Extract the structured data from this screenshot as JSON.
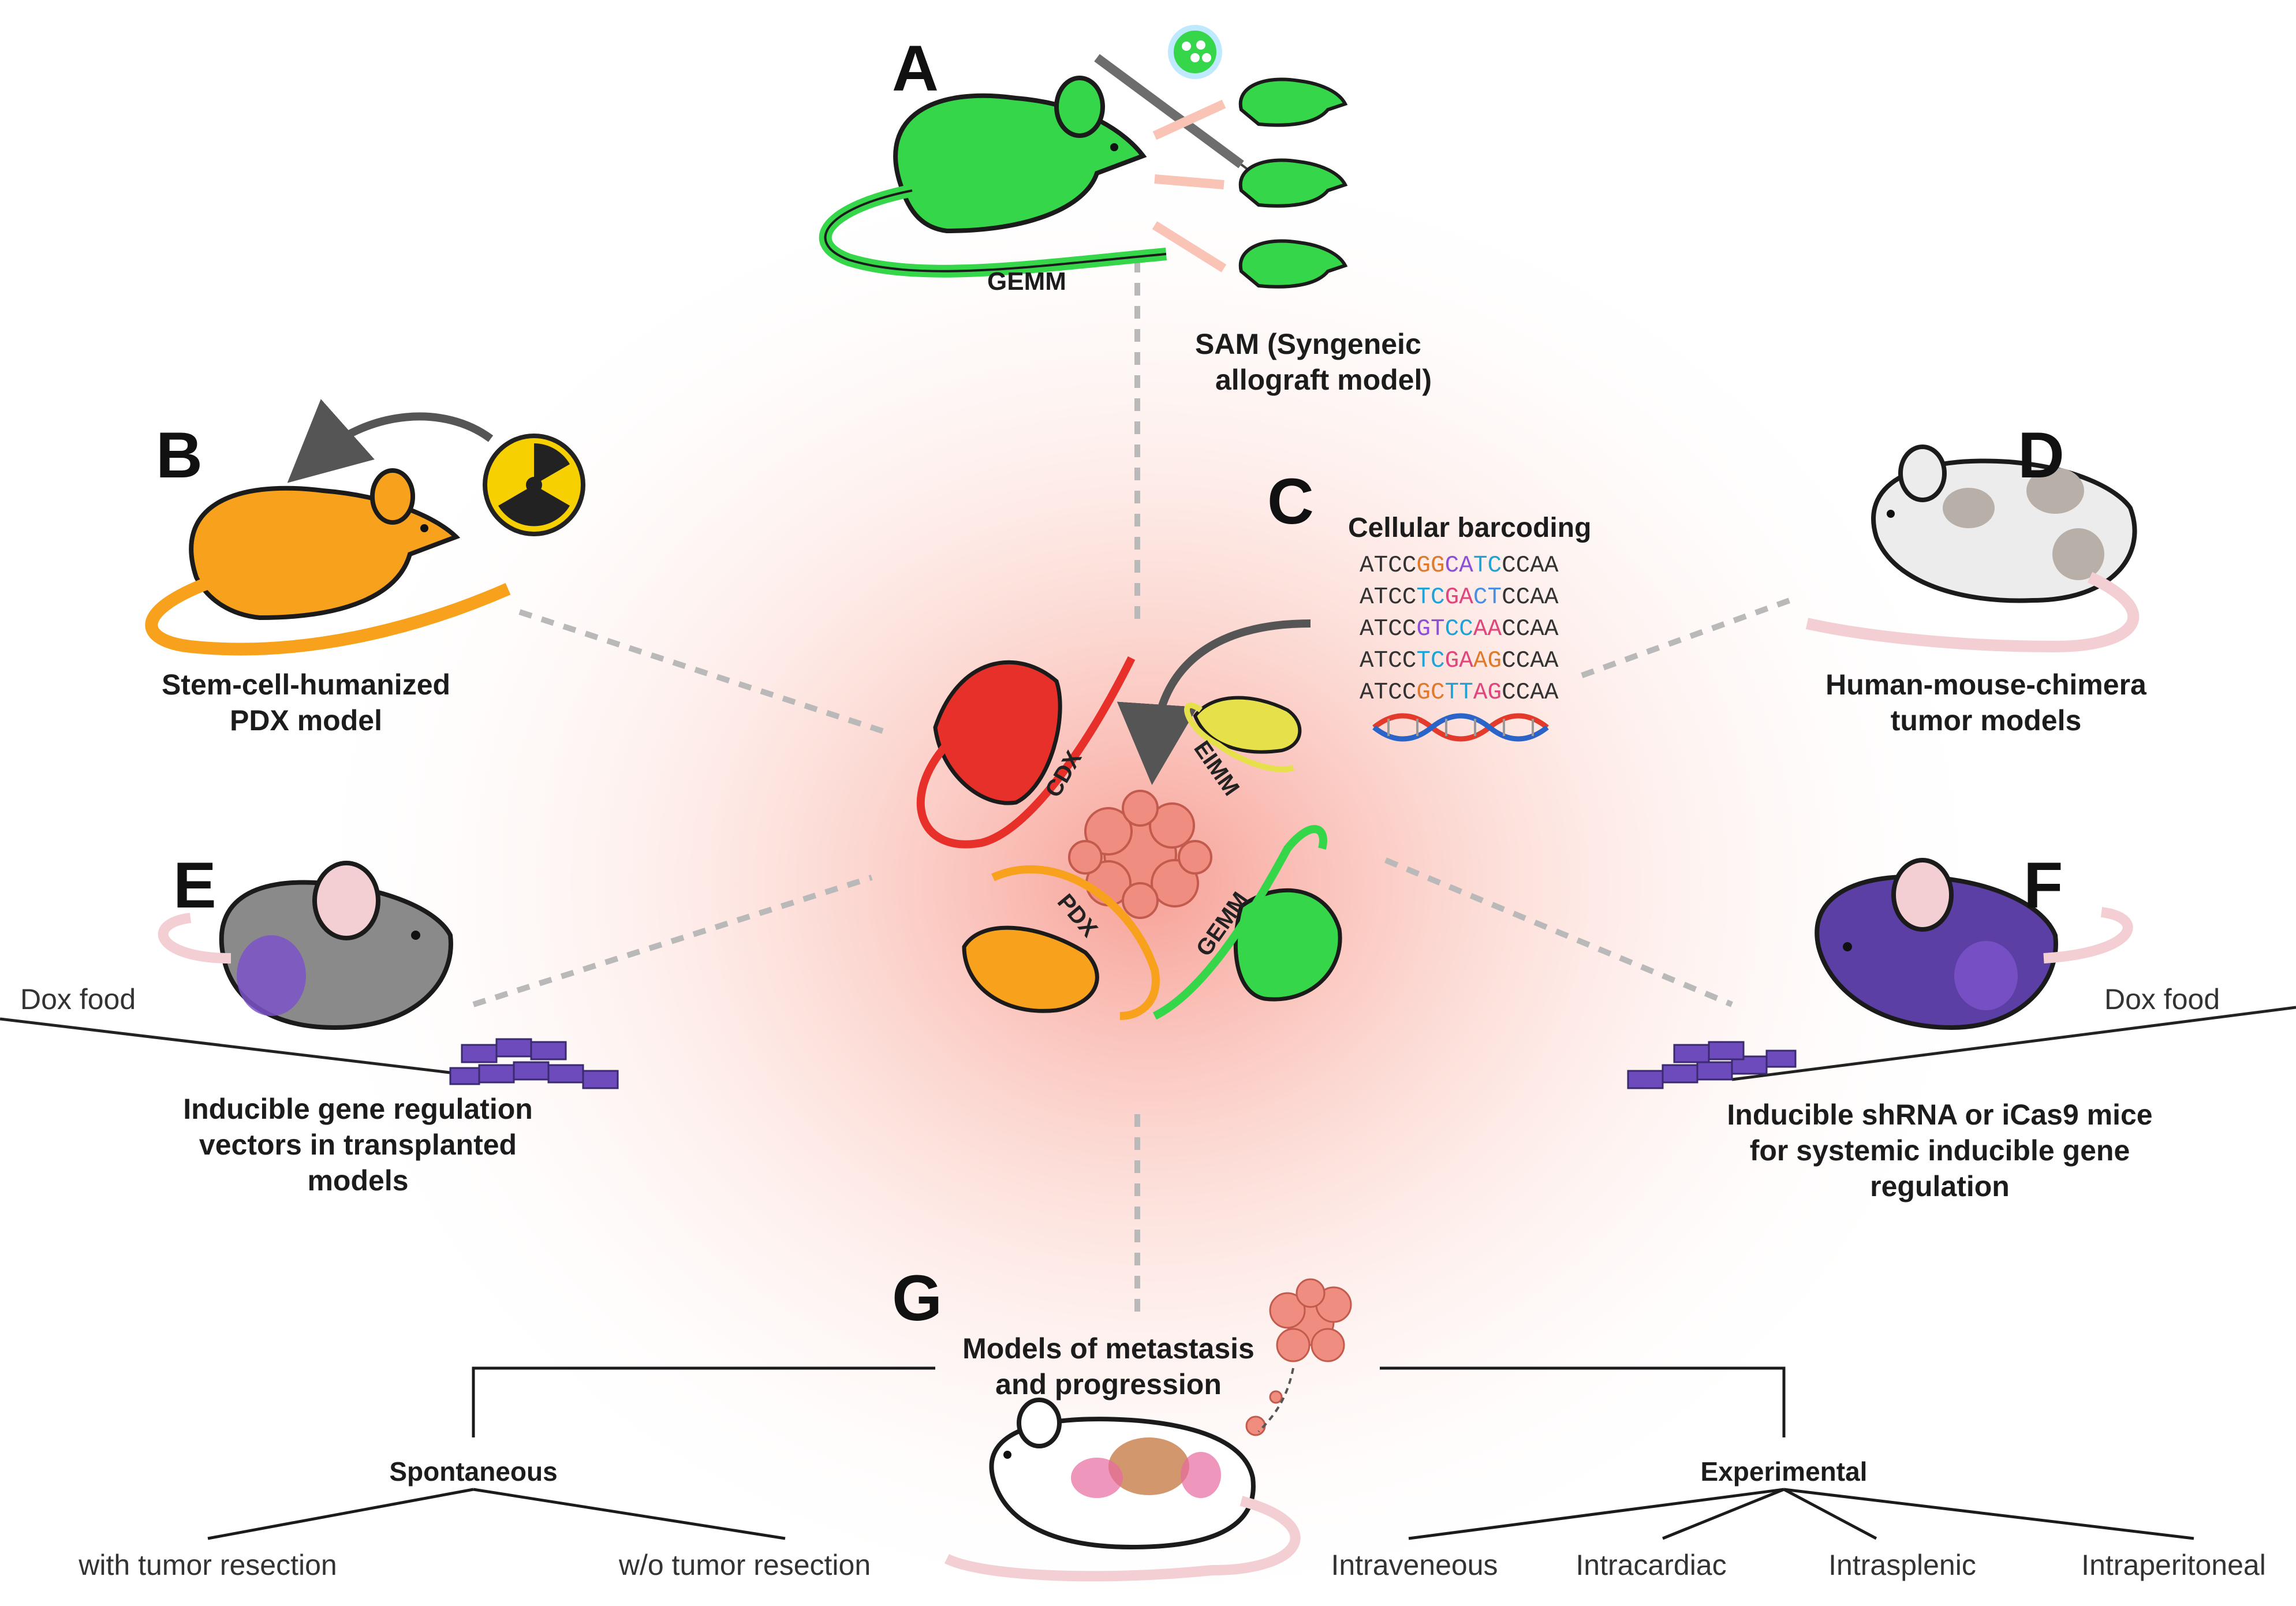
{
  "panels": {
    "A": {
      "letter": "A",
      "label_gemm": "GEMM",
      "label_sam_1": "SAM (Syngeneic",
      "label_sam_2": "allograft model)"
    },
    "B": {
      "letter": "B",
      "label_1": "Stem-cell-humanized",
      "label_2": "PDX model"
    },
    "C": {
      "letter": "C",
      "title": "Cellular  barcoding",
      "sequences": [
        {
          "pre": "ATCC",
          "a": "GG",
          "b": "CA",
          "c": "TC",
          "post": "CCAA"
        },
        {
          "pre": "ATCC",
          "a": "TC",
          "b": "GA",
          "c": "CT",
          "post": "CCAA"
        },
        {
          "pre": "ATCC",
          "a": "GT",
          "b": "CC",
          "c": "AA",
          "post": "CCAA"
        },
        {
          "pre": "ATCC",
          "a": "TC",
          "b": "GA",
          "c": "AG",
          "post": "CCAA"
        },
        {
          "pre": "ATCC",
          "a": "GC",
          "b": "TT",
          "c": "AG",
          "post": "CCAA"
        }
      ]
    },
    "D": {
      "letter": "D",
      "label_1": "Human-mouse-chimera",
      "label_2": "tumor models"
    },
    "E": {
      "letter": "E",
      "dox": "Dox food",
      "label_1": "Inducible gene regulation",
      "label_2": "vectors in transplanted",
      "label_3": "models"
    },
    "F": {
      "letter": "F",
      "dox": "Dox food",
      "label_1": "Inducible shRNA or iCas9 mice",
      "label_2": "for systemic inducible gene",
      "label_3": "regulation"
    },
    "G": {
      "letter": "G",
      "title_1": "Models of metastasis",
      "title_2": "and progression",
      "spontaneous": "Spontaneous",
      "experimental": "Experimental",
      "spontaneous_items": [
        "with tumor resection",
        "w/o tumor resection"
      ],
      "experimental_items": [
        "Intraveneous",
        "Intracardiac",
        "Intrasplenic",
        "Intraperitoneal"
      ]
    }
  },
  "center": {
    "labels": [
      "CDX",
      "EIMM",
      "PDX",
      "GEMM"
    ]
  },
  "colors": {
    "gemm": "#35d64a",
    "pdx": "#f7a11c",
    "cdx": "#e8302a",
    "eimm": "#e6e04a",
    "chimera": "#e8e8e8",
    "shrna": "#5b3fa5",
    "grey": "#8a8a8a",
    "glow": "#f7a59a"
  }
}
